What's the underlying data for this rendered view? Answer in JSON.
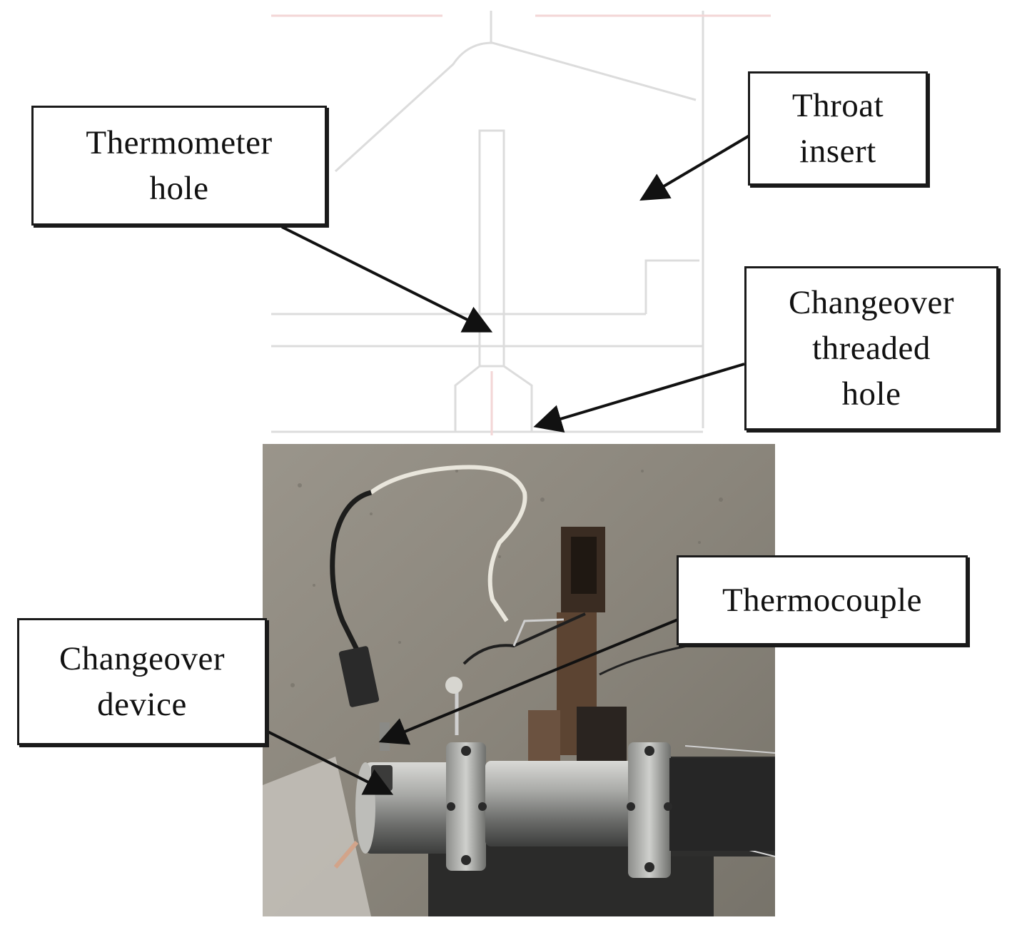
{
  "labels": {
    "thermometer_hole": [
      "Thermometer",
      "hole"
    ],
    "throat_insert": [
      "Throat",
      "insert"
    ],
    "changeover_threaded_hole": [
      "Changeover",
      "threaded",
      "hole"
    ],
    "thermocouple": [
      "Thermocouple"
    ],
    "changeover_device": [
      "Changeover",
      "device"
    ]
  },
  "colors": {
    "label_border": "#1a1a1a",
    "label_text": "#111111",
    "arrow": "#111111",
    "drawing_lines": "#dcdcdc",
    "faint_red": "#f3d6d6",
    "photo_background": "#8f8a80"
  },
  "icons": {
    "arrow_head": "arrow-head-icon"
  }
}
